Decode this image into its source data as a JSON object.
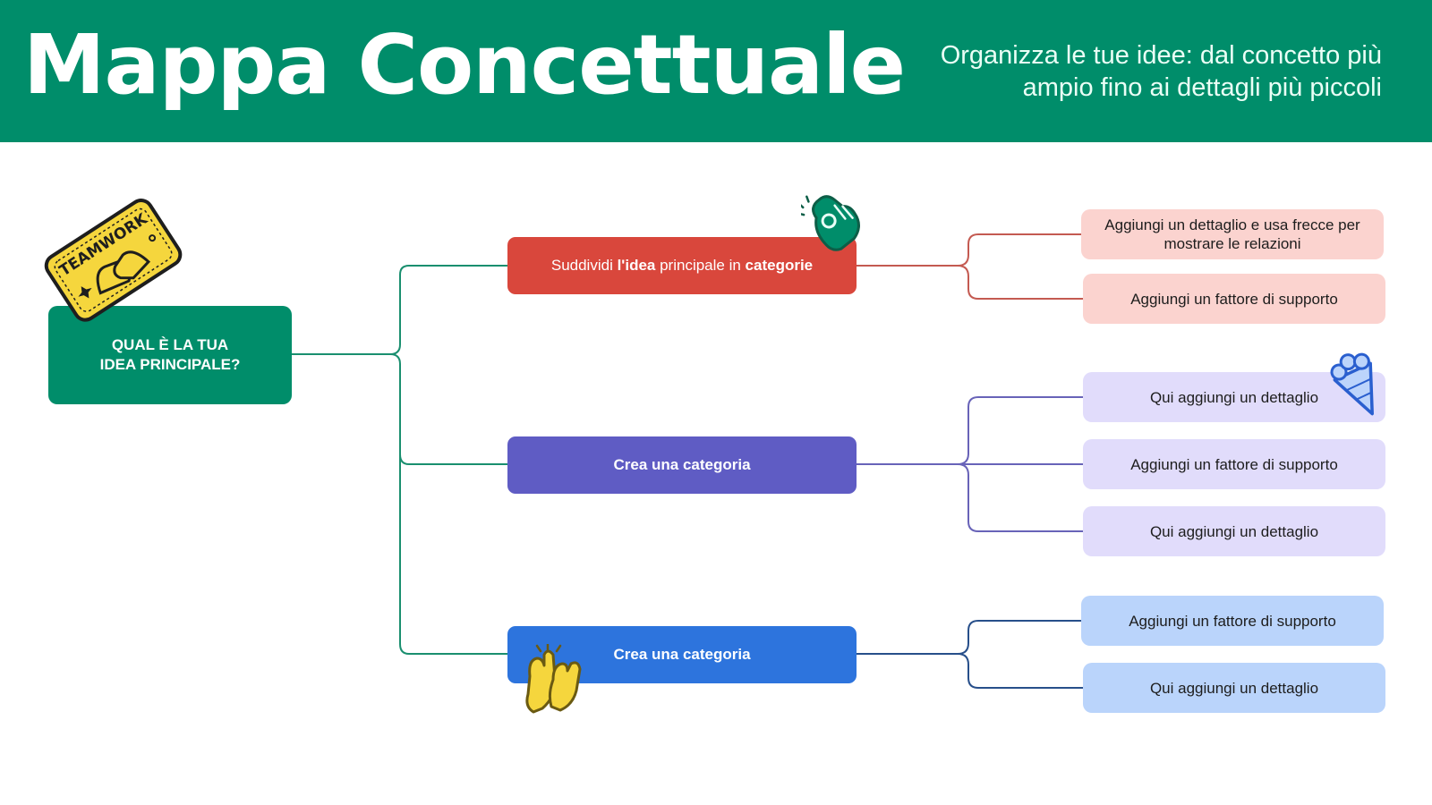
{
  "header": {
    "title": "Mappa Concettuale",
    "subtitle": "Organizza le tue idee: dal concetto più ampio fino ai dettagli più piccoli"
  },
  "main_idea": {
    "line1": "QUAL È LA TUA",
    "line2": "IDEA PRINCIPALE?"
  },
  "categories": [
    {
      "parts": [
        "Suddividi ",
        "l'idea",
        " principale in ",
        "categorie"
      ],
      "details": [
        "Aggiungi un dettaglio e usa frecce per mostrare le relazioni",
        "Aggiungi un fattore di supporto"
      ]
    },
    {
      "label": "Crea una categoria",
      "details": [
        "Qui aggiungi un dettaglio",
        "Aggiungi un fattore di supporto",
        "Qui aggiungi un dettaglio"
      ]
    },
    {
      "label": "Crea una categoria",
      "details": [
        "Aggiungi un fattore di supporto",
        "Qui aggiungi un dettaglio"
      ]
    }
  ],
  "stickers": {
    "teamwork_text": "TEAMWORK"
  },
  "colors": {
    "header": "#008d6a",
    "main": "#008d6a",
    "category_1": "#d9473c",
    "category_2": "#5f5cc4",
    "category_3": "#2d74dd",
    "detail_1": "#fbd3cf",
    "detail_2": "#e1dcfb",
    "detail_3": "#bad4fb",
    "sticker_yellow": "#f5d63d"
  },
  "icons": [
    "teamwork-ticket-icon",
    "ok-hand-icon",
    "bouquet-icon",
    "high-five-icon"
  ]
}
